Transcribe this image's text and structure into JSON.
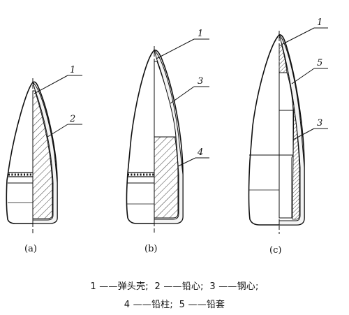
{
  "figure": {
    "subfigures": [
      {
        "id": "a",
        "label": "(a)",
        "callouts": [
          "1",
          "2"
        ]
      },
      {
        "id": "b",
        "label": "(b)",
        "callouts": [
          "1",
          "3",
          "4"
        ]
      },
      {
        "id": "c",
        "label": "(c)",
        "callouts": [
          "1",
          "5",
          "3"
        ]
      }
    ]
  },
  "legend": {
    "line1": [
      {
        "num": "1",
        "dash": "——",
        "text": "弹头壳;"
      },
      {
        "num": "2",
        "dash": "——",
        "text": "铅心;"
      },
      {
        "num": "3",
        "dash": "——",
        "text": "钢心;"
      }
    ],
    "line2": [
      {
        "num": "4",
        "dash": "——",
        "text": "铅柱;"
      },
      {
        "num": "5",
        "dash": "——",
        "text": "铅套"
      }
    ]
  }
}
